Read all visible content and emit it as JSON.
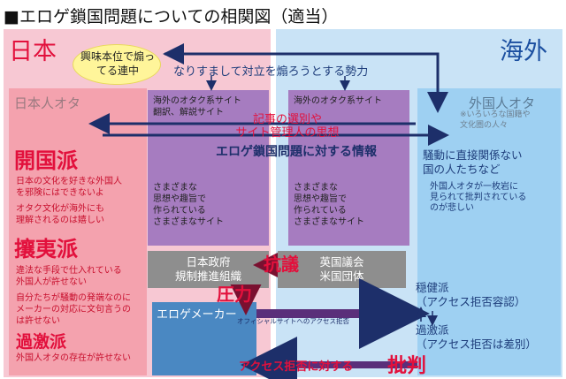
{
  "title": "■エロゲ鎖国問題についての相関図（適当）",
  "japan": {
    "label": "日本",
    "ellipse": "興味本位で煽ってる連中",
    "otaku": {
      "label": "日本人オタ",
      "groups": [
        {
          "name": "開国派",
          "lines": [
            "日本の文化を好きな外国人",
            "を邪険にはできないよ",
            "オタク文化が海外にも",
            "理解されるのは嬉しい"
          ]
        },
        {
          "name": "攘夷派",
          "lines": [
            "違法な手段で仕入れている",
            "外国人が許せない",
            "自分たちが騒動の発端なのに",
            "メーカーの対応に文句言うの",
            "は許せない"
          ]
        },
        {
          "name": "過激派",
          "lines": [
            "外国人オタの存在が許せない"
          ]
        }
      ]
    }
  },
  "overseas": {
    "label": "海外",
    "otaku": {
      "label": "外国人オタ",
      "note_line1": "※いろいろな国籍や",
      "note_line2": "文化圏の人々",
      "uninvolved_line1": "騒動に直接関係ない",
      "uninvolved_line2": "国の人たちなど",
      "sad_line1": "外国人オタが一枚岩に",
      "sad_line2": "見られて批判されている",
      "sad_line3": "のが悲しい"
    },
    "moderate": "穏健派",
    "moderate_note": "（アクセス拒否容認）",
    "radical": "過激派",
    "radical_note": "（アクセス拒否は差別）"
  },
  "center": {
    "spoof": "なりすまして対立を煽ろうとする勢力",
    "selection_line1": "記事の選別や",
    "selection_line2": "サイト管理人の思想",
    "info": "エロゲ鎖国問題に対する情報",
    "site1": {
      "head_line1": "海外のオタク系サイト",
      "head_line2": "翻訳、解説サイト",
      "body": [
        "さまざまな",
        "思想や趣旨で",
        "作られている",
        "さまざまなサイト"
      ]
    },
    "site2": {
      "head_line1": "海外のオタク系サイト",
      "body": [
        "さまざまな",
        "思想や趣旨で",
        "作られている",
        "さまざまなサイト"
      ]
    }
  },
  "bottom": {
    "gov_line1": "日本政府",
    "gov_line2": "規制推進組織",
    "brit_line1": "英国議会",
    "brit_line2": "米国団体",
    "protest": "抗議",
    "pressure": "圧力",
    "maker": "エロゲメーカー",
    "official": "オフィシャルサイトへのアクセス拒否",
    "criticism_a": "アクセス拒否に対する",
    "criticism_b": "批判"
  },
  "colors": {
    "japan_bg": "#f7c8d3",
    "japan_otaku_bg": "#f4a2ae",
    "overseas_bg": "#c9e3f6",
    "overseas_otaku_bg": "#9ed0f2",
    "purple": "#a67cc0",
    "gray": "#8e8e8e",
    "maker_blue": "#4a88c2",
    "red": "#e2103c",
    "navy": "#1d2f6a",
    "ellipse": "#fff59a"
  }
}
